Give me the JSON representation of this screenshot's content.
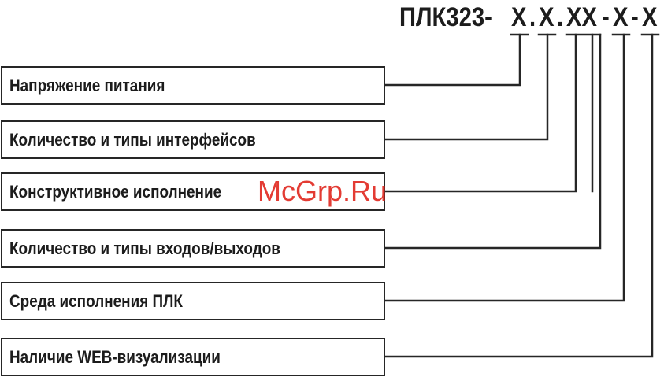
{
  "designation": {
    "prefix": "ПЛК323-",
    "parts": [
      {
        "text": "X",
        "sep": "."
      },
      {
        "text": "X",
        "sep": "."
      },
      {
        "text": "XX",
        "sep": "-"
      },
      {
        "text": "X",
        "sep": "-"
      },
      {
        "text": "X",
        "sep": ""
      }
    ]
  },
  "fields": [
    {
      "label": "Напряжение питания"
    },
    {
      "label": "Количество и типы интерфейсов"
    },
    {
      "label": "Конструктивное исполнение"
    },
    {
      "label": "Количество и типы входов/выходов"
    },
    {
      "label": "Среда исполнения ПЛК"
    },
    {
      "label": "Наличие WEB-визуализации"
    }
  ],
  "watermark": "McGrp.Ru",
  "colors": {
    "ink": "#1c1c1c",
    "watermark": "#e0261e"
  }
}
